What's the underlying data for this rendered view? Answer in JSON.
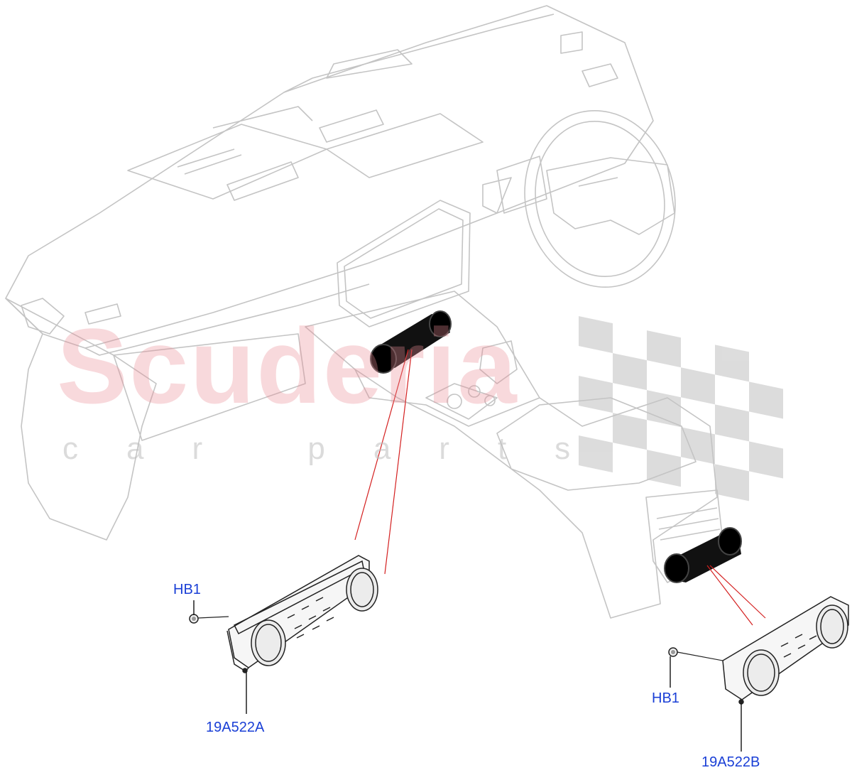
{
  "watermark": {
    "brand": "Scuderia",
    "tagline": "car parts"
  },
  "callouts": {
    "front_fastener": "HB1",
    "front_module": "19A522A",
    "rear_fastener": "HB1",
    "rear_module": "19A522B"
  },
  "colors": {
    "label_text": "#1a3fd6",
    "leader_line": "#d42020",
    "outline": "#bdbdbd",
    "part_outline": "#222222",
    "watermark_red": "#eb8c96",
    "checker_gray": "#cfcfcf"
  }
}
